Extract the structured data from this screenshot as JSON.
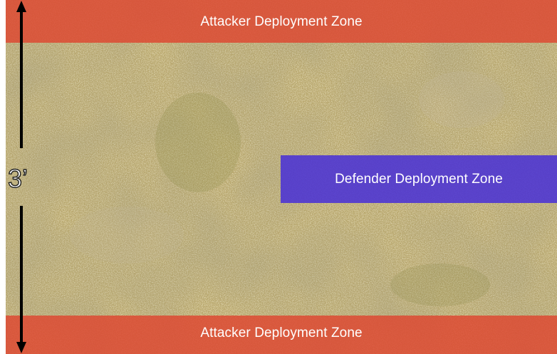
{
  "board": {
    "surface_color": "#a69560",
    "zones": {
      "attacker_top": {
        "label": "Attacker Deployment Zone",
        "color": "#de4630"
      },
      "defender": {
        "label": "Defender Deployment Zone",
        "color": "#4830d6"
      },
      "attacker_bottom": {
        "label": "Attacker Deployment Zone",
        "color": "#de4630"
      }
    },
    "measurement": {
      "label": "3’",
      "icon": "double-arrow-vertical-icon"
    }
  }
}
